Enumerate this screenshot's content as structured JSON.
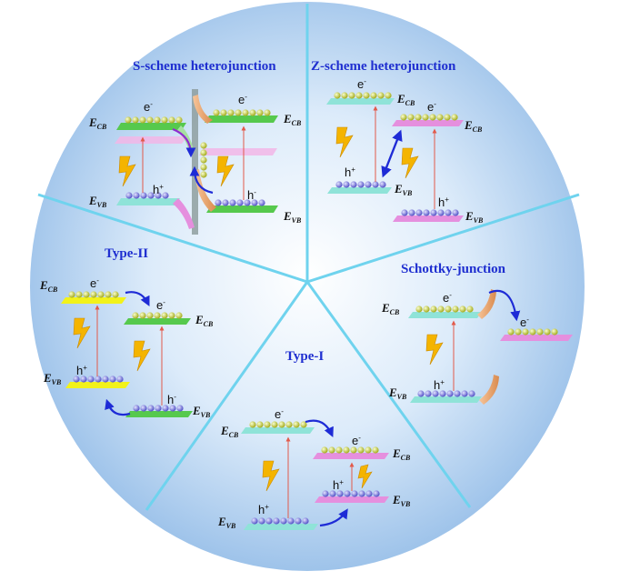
{
  "sections": {
    "s_scheme": {
      "title": "S-scheme heterojunction"
    },
    "z_scheme": {
      "title": "Z-scheme heterojunction"
    },
    "type_ii": {
      "title": "Type-II"
    },
    "schottky": {
      "title": "Schottky-junction"
    },
    "type_i": {
      "title": "Type-I"
    }
  },
  "labels": {
    "E": "E",
    "cb_sub": "CB",
    "vb_sub": "VB",
    "electron": "e",
    "hole": "h",
    "minus": "-",
    "plus": "+"
  },
  "colors": {
    "disk_center": "#ffffff",
    "disk_edge": "#9ec3ea",
    "divider": "#6fd3ee",
    "title": "#1f2fd0",
    "cyan_band": "#8fe3d8",
    "pink_band": "#e58fde",
    "green_band": "#56c94d",
    "yellow_band": "#f2f21a",
    "electron_ball": "#d8e04a",
    "hole_ball": "#8f8ee8",
    "arrow": "#1e2bd6",
    "excitation": "#e25a4a",
    "lightning": "#f4b400"
  },
  "icons": [
    "lightning-icon",
    "electron-ball-icon",
    "hole-ball-icon",
    "transfer-arrow-icon",
    "excitation-arrow-icon"
  ]
}
